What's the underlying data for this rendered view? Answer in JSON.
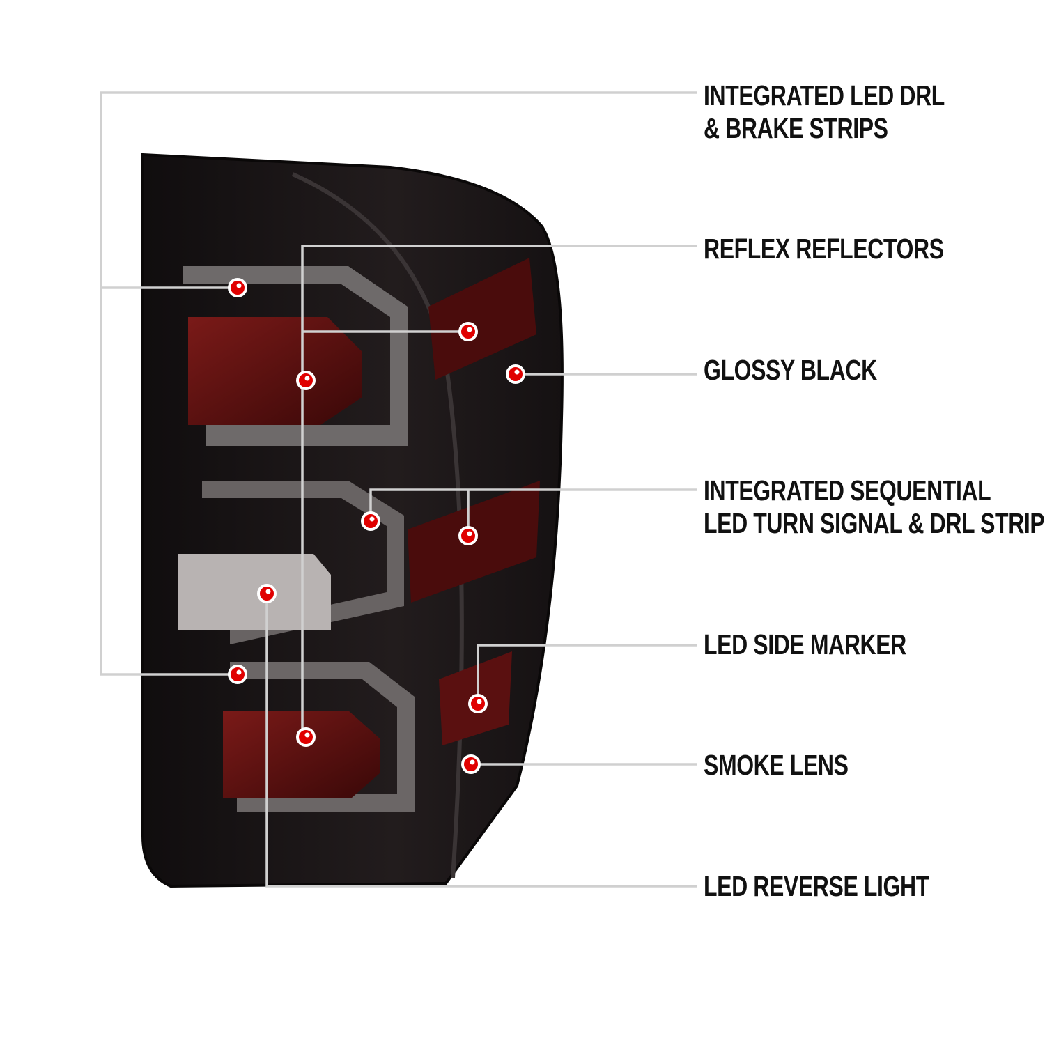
{
  "callouts": [
    {
      "id": "drl-brake",
      "lines": [
        "INTEGRATED LED DRL",
        "& BRAKE STRIPS"
      ]
    },
    {
      "id": "reflex",
      "lines": [
        "REFLEX REFLECTORS"
      ]
    },
    {
      "id": "glossy",
      "lines": [
        "GLOSSY BLACK"
      ]
    },
    {
      "id": "sequential",
      "lines": [
        "INTEGRATED SEQUENTIAL",
        "LED TURN SIGNAL & DRL STRIP"
      ]
    },
    {
      "id": "side-marker",
      "lines": [
        "LED SIDE MARKER"
      ]
    },
    {
      "id": "smoke",
      "lines": [
        "SMOKE LENS"
      ]
    },
    {
      "id": "reverse",
      "lines": [
        "LED REVERSE LIGHT"
      ]
    }
  ],
  "colors": {
    "leader_line": "#cfcfcf",
    "marker_dot": "#e00000",
    "housing": "#1b1718",
    "reflector": "#5a0f0f"
  }
}
